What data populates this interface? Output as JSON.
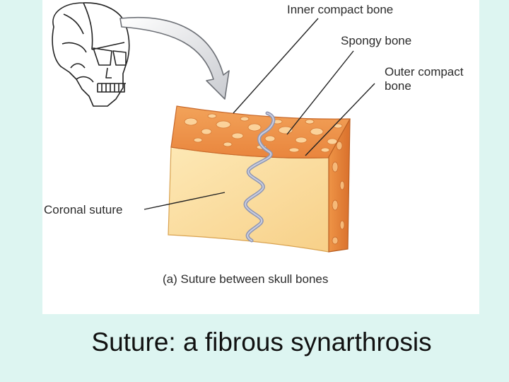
{
  "slide": {
    "title": "Suture: a fibrous synarthrosis",
    "background_color": "#ddf5f1"
  },
  "figure": {
    "labels": {
      "inner_compact_bone": "Inner compact bone",
      "spongy_bone": "Spongy bone",
      "outer_compact_bone": "Outer compact\nbone",
      "coronal_suture": "Coronal suture"
    },
    "caption": "(a) Suture between skull bones",
    "icons": [
      "skull-icon",
      "curved-arrow-icon",
      "bone-block-illustration"
    ]
  }
}
